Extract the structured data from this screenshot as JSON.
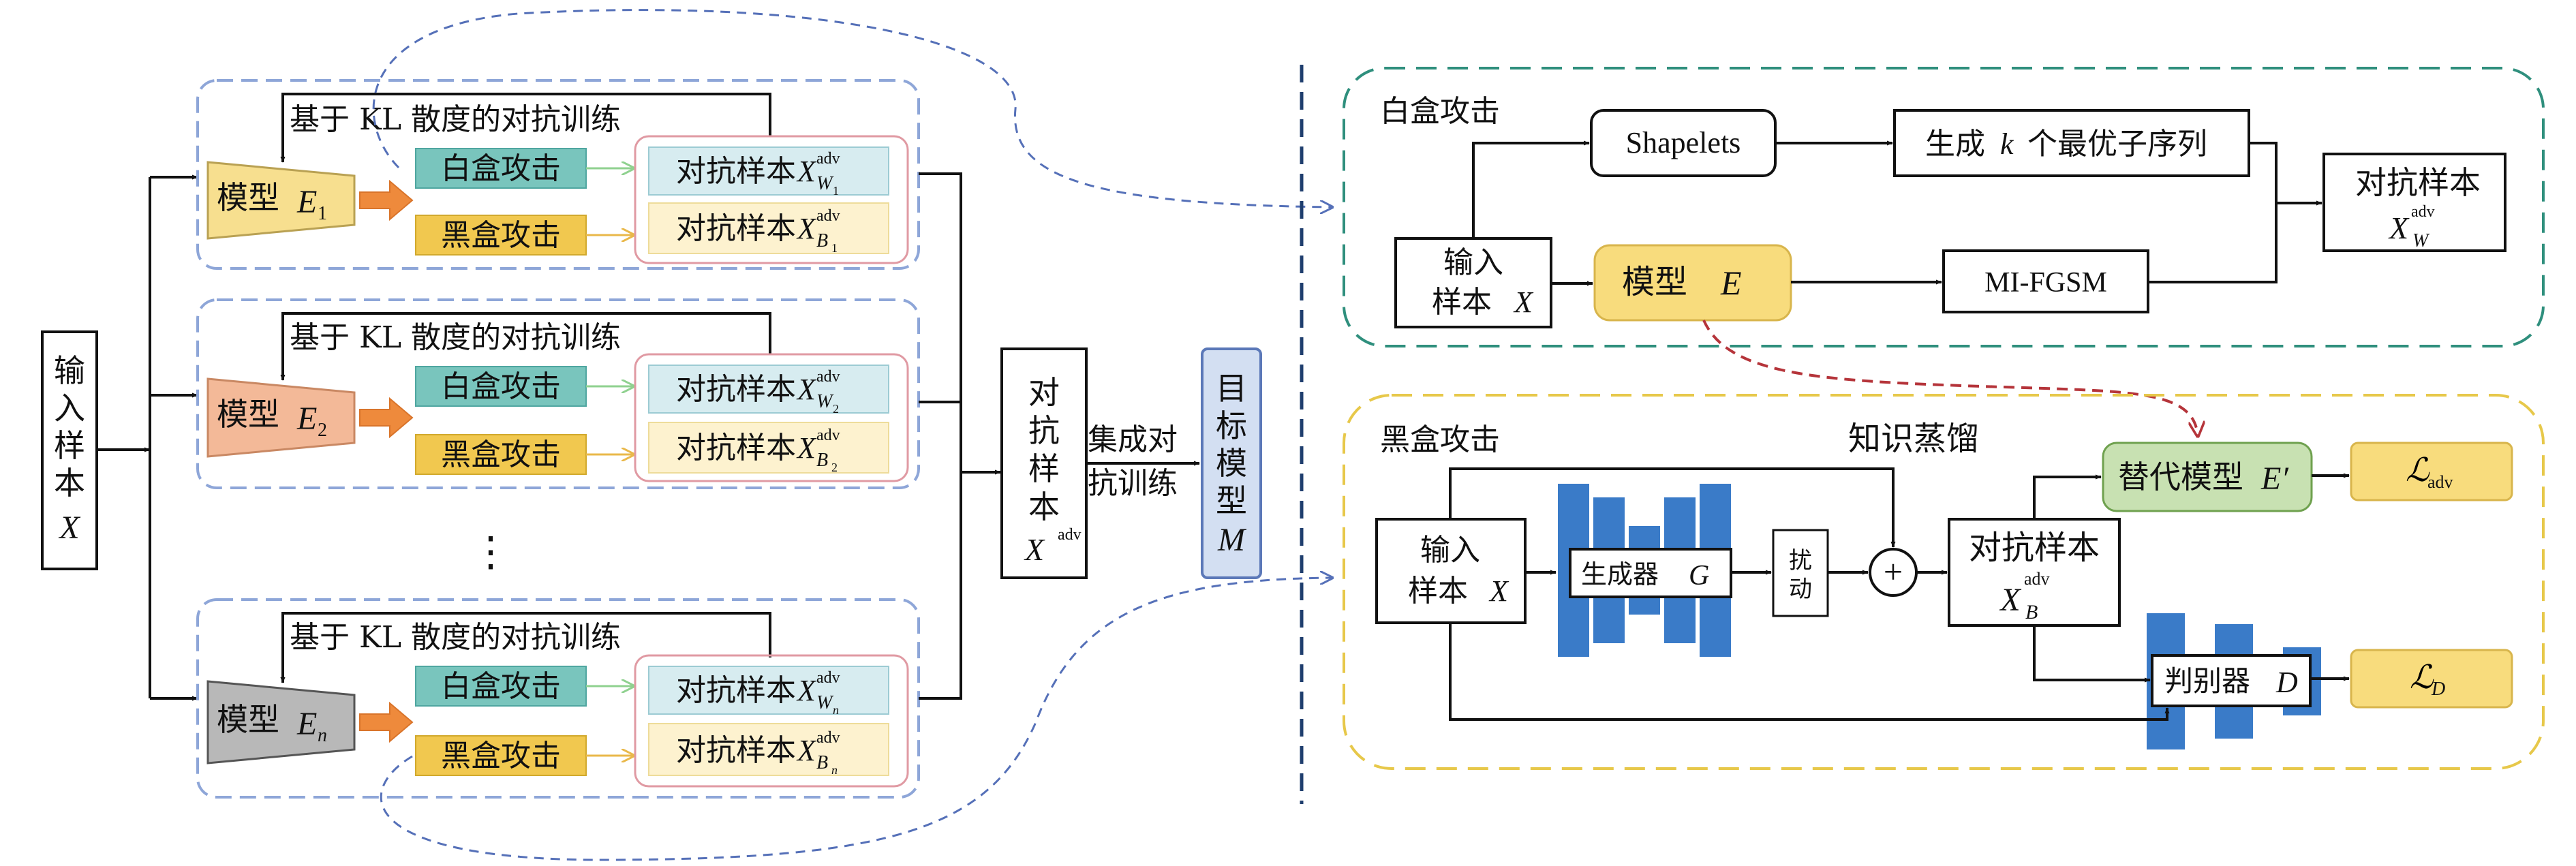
{
  "colors": {
    "blue_dash": "#8ea6d8",
    "teal_dash": "#2f8f7d",
    "yellow_dash": "#e7c84a",
    "red_dash": "#b5343a",
    "nav_dash": "#1f3e6e",
    "white_box": "#4fa6a0",
    "white_box_fill": "#79c5bd",
    "black_box_fill": "#f1c84f",
    "adv_white_fill": "#d7ecf0",
    "adv_black_fill": "#fdf2cf",
    "model1": "#f7df8f",
    "model2": "#f3b998",
    "modeln": "#b8b8b8",
    "target": "#d3dff2",
    "loss": "#f8dc7d",
    "substitute": "#c8e1b2",
    "generator_bar": "#3a7bc8",
    "arrow_orange": "#ee8a3c"
  },
  "left": {
    "input": {
      "chars": [
        "输",
        "入",
        "样",
        "本"
      ],
      "var": "X"
    },
    "groups": [
      {
        "kl_label": "基于 KL 散度的对抗训练",
        "model_text": "模型",
        "model_var": "E",
        "model_sub": "1",
        "white_attack": "白盒攻击",
        "black_attack": "黑盒攻击",
        "adv_text": "对抗样本",
        "adv_var": "X",
        "adv_sup": "adv",
        "white_sub": "W",
        "white_sub2": "1",
        "black_sub": "B",
        "black_sub2": "1"
      },
      {
        "kl_label": "基于 KL 散度的对抗训练",
        "model_text": "模型",
        "model_var": "E",
        "model_sub": "2",
        "white_attack": "白盒攻击",
        "black_attack": "黑盒攻击",
        "adv_text": "对抗样本",
        "adv_var": "X",
        "adv_sup": "adv",
        "white_sub": "W",
        "white_sub2": "2",
        "black_sub": "B",
        "black_sub2": "2"
      },
      {
        "kl_label": "基于 KL 散度的对抗训练",
        "model_text": "模型",
        "model_var": "E",
        "model_sub": "n",
        "white_attack": "白盒攻击",
        "black_attack": "黑盒攻击",
        "adv_text": "对抗样本",
        "adv_var": "X",
        "adv_sup": "adv",
        "white_sub": "W",
        "white_sub2": "n",
        "black_sub": "B",
        "black_sub2": "n"
      }
    ],
    "ellipsis": "⋮",
    "adv_set": {
      "chars": [
        "对",
        "抗",
        "样",
        "本"
      ],
      "var": "X",
      "sup": "adv"
    },
    "ensemble": {
      "line1": "集成对",
      "line2": "抗训练"
    },
    "target": {
      "chars": [
        "目",
        "标",
        "模",
        "型"
      ],
      "var": "M"
    }
  },
  "white_box_panel": {
    "title": "白盒攻击",
    "shapelets": "Shapelets",
    "generate": "生成",
    "k_var": "k",
    "generate_rest": "个最优子序列",
    "input_line1": "输入",
    "input_line2": "样本",
    "input_var": "X",
    "model_text": "模型",
    "model_var": "E",
    "mifgsm": "MI-FGSM",
    "adv_text": "对抗样本",
    "adv_var": "X",
    "adv_sup": "adv",
    "adv_sub": "W"
  },
  "black_box_panel": {
    "title": "黑盒攻击",
    "distill": "知识蒸馏",
    "input_line1": "输入",
    "input_line2": "样本",
    "input_var": "X",
    "generator_text": "生成器",
    "generator_var": "G",
    "perturb1": "扰",
    "perturb2": "动",
    "plus": "+",
    "adv_text": "对抗样本",
    "adv_var": "X",
    "adv_sup": "adv",
    "adv_sub": "B",
    "substitute_text": "替代模型",
    "substitute_var": "E′",
    "discriminator_text": "判别器",
    "discriminator_var": "D",
    "loss_adv_var": "ℒ",
    "loss_adv_sub": "adv",
    "loss_d_var": "ℒ",
    "loss_d_sub": "D"
  }
}
